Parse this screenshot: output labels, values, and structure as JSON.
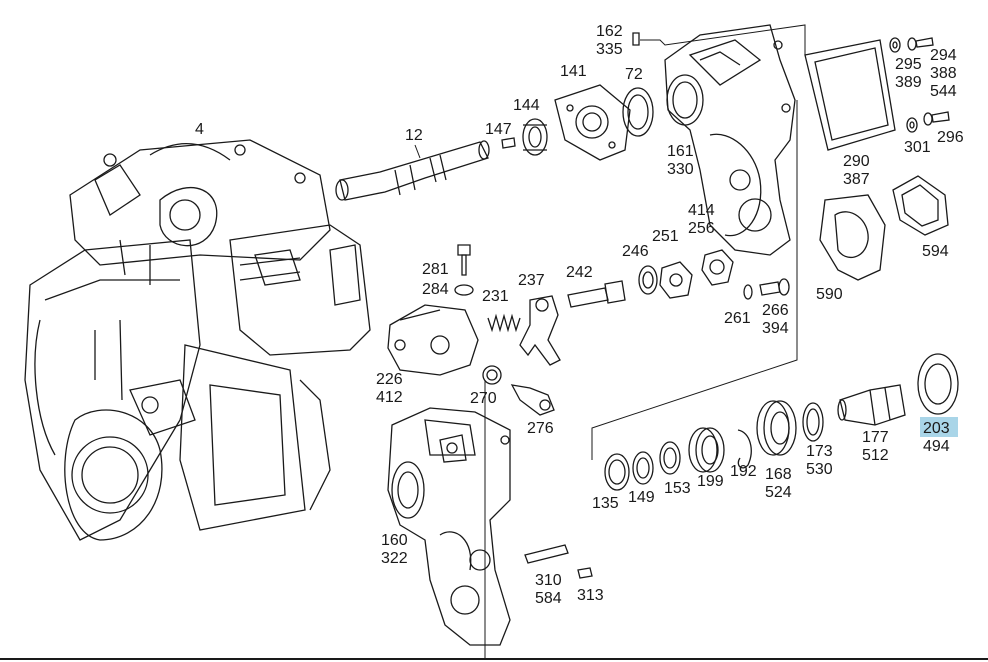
{
  "highlight_color": "#a9d5e8",
  "highlighted_label": "203",
  "labels": {
    "l4": "4",
    "l12": "12",
    "l144": "144",
    "l147": "147",
    "l141": "141",
    "l72": "72",
    "l162": "162",
    "l335": "335",
    "l161": "161",
    "l330": "330",
    "l294": "294",
    "l388": "388",
    "l544": "544",
    "l295": "295",
    "l389": "389",
    "l296": "296",
    "l301": "301",
    "l290": "290",
    "l387": "387",
    "l594": "594",
    "l590": "590",
    "l414": "414",
    "l256": "256",
    "l251": "251",
    "l246": "246",
    "l242": "242",
    "l237": "237",
    "l231": "231",
    "l281": "281",
    "l284": "284",
    "l266": "266",
    "l394": "394",
    "l261": "261",
    "l226": "226",
    "l412": "412",
    "l270": "270",
    "l276": "276",
    "l203": "203",
    "l494": "494",
    "l177": "177",
    "l512": "512",
    "l173": "173",
    "l530": "530",
    "l168": "168",
    "l524": "524",
    "l192": "192",
    "l199": "199",
    "l153": "153",
    "l149": "149",
    "l135": "135",
    "l160": "160",
    "l322": "322",
    "l310": "310",
    "l584": "584",
    "l313": "313"
  }
}
